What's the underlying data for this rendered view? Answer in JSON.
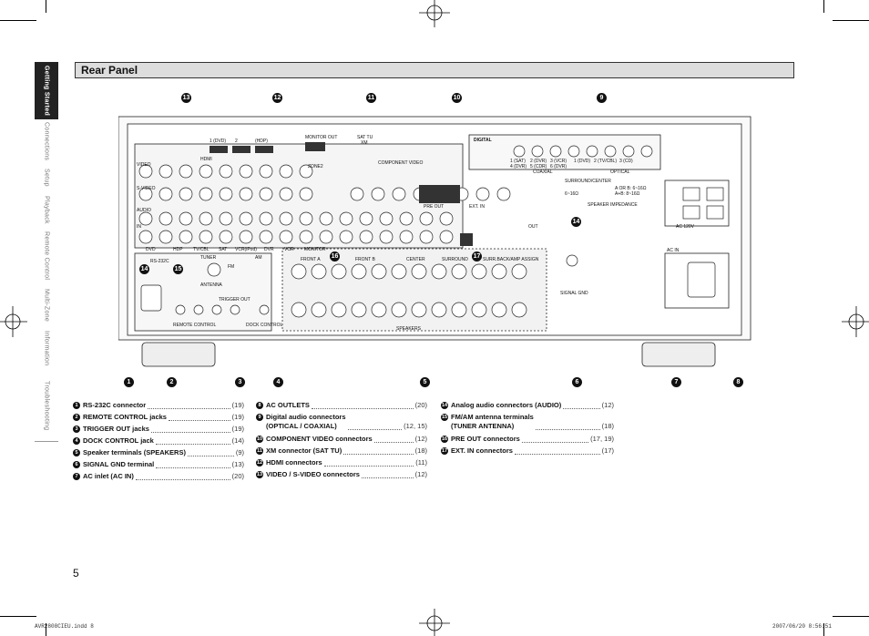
{
  "sidebar": {
    "tabs": [
      {
        "label": "Getting Started",
        "active": true
      },
      {
        "label": "Connections",
        "active": false
      },
      {
        "label": "Setup",
        "active": false
      },
      {
        "label": "Playback",
        "active": false
      },
      {
        "label": "Remote Control",
        "active": false
      },
      {
        "label": "Multi-Zone",
        "active": false
      },
      {
        "label": "Information",
        "active": false
      },
      {
        "label": "Troubleshooting",
        "active": false
      }
    ]
  },
  "header": {
    "title": "Rear Panel"
  },
  "diagram": {
    "labels": {
      "coaxial": "COAXIAL",
      "optical": "OPTICAL",
      "digital": "DIGITAL",
      "component_video": "COMPONENT VIDEO",
      "hdmi": "HDMI",
      "monitor_out": "MONITOR OUT",
      "sat_tu": "SAT TU",
      "xm": "XM",
      "speaker_impedance": "SPEAKER IMPEDANCE",
      "surround_center": "SURROUND/CENTER",
      "ac_in": "AC IN",
      "ac_120v": "AC 120V",
      "signal_gnd": "SIGNAL GND",
      "rs232c": "RS-232C",
      "tuner": "TUNER",
      "antenna": "ANTENNA",
      "am": "AM",
      "fm": "FM",
      "remote_control": "REMOTE CONTROL",
      "trigger_out": "TRIGGER OUT",
      "dock_control": "DOCK CONTROL",
      "speakers": "SPEAKERS",
      "front_a": "FRONT A",
      "front_b": "FRONT B",
      "center": "CENTER",
      "surround": "SURROUND",
      "surr_back": "SURR.BACK/AMP ASSIGN",
      "video": "VIDEO",
      "s_video": "S-VIDEO",
      "audio": "AUDIO",
      "pre_out": "PRE OUT",
      "ext_in": "EXT. IN",
      "zone2": "ZONE2",
      "in": "IN",
      "out": "OUT",
      "source_labels": [
        "DVD",
        "HDP",
        "TV/CBL",
        "SAT",
        "VCR(iPod)",
        "DVR",
        "VCR",
        "MONITOR"
      ],
      "hdmi_inputs": [
        "1 (DVD)",
        "2",
        "(HDP)"
      ],
      "optical_inputs": [
        "1 (DVD)",
        "2 (TV/CBL)",
        "3 (CD)"
      ],
      "coax_inputs": [
        "1 (SAT)",
        "2 (DVR)",
        "3 (VCR)",
        "4 (DVR)",
        "5 (CDR)",
        "6 (DVR)"
      ],
      "impedance_values": [
        "A OR B: 6~16Ω",
        "A+B: 8~16Ω"
      ],
      "surround_impedance": "6~16Ω"
    },
    "callouts": [
      "13",
      "12",
      "11",
      "10",
      "9",
      "14",
      "14",
      "15",
      "16",
      "17",
      "1",
      "2",
      "3",
      "4",
      "5",
      "6",
      "7",
      "8"
    ]
  },
  "legend": {
    "col1": [
      {
        "num": "1",
        "text": "RS-232C connector",
        "page": "(19)"
      },
      {
        "num": "2",
        "text": "REMOTE CONTROL jacks",
        "page": "(19)"
      },
      {
        "num": "3",
        "text": "TRIGGER OUT jacks",
        "page": "(19)"
      },
      {
        "num": "4",
        "text": "DOCK CONTROL jack",
        "page": "(14)"
      },
      {
        "num": "5",
        "text": "Speaker terminals (SPEAKERS)",
        "page": "(9)"
      },
      {
        "num": "6",
        "text": "SIGNAL GND terminal",
        "page": "(13)"
      },
      {
        "num": "7",
        "text": "AC inlet (AC IN)",
        "page": "(20)"
      }
    ],
    "col2": [
      {
        "num": "8",
        "text": "AC OUTLETS",
        "page": "(20)"
      },
      {
        "num": "9",
        "text": "Digital audio connectors\n(OPTICAL / COAXIAL)",
        "page": "(12, 15)"
      },
      {
        "num": "10",
        "text": "COMPONENT VIDEO connectors",
        "page": "(12)"
      },
      {
        "num": "11",
        "text": "XM connector (SAT TU)",
        "page": "(18)"
      },
      {
        "num": "12",
        "text": "HDMI connectors",
        "page": "(11)"
      },
      {
        "num": "13",
        "text": "VIDEO / S-VIDEO connectors",
        "page": "(12)"
      }
    ],
    "col3": [
      {
        "num": "14",
        "text": "Analog audio connectors (AUDIO)",
        "page": "(12)"
      },
      {
        "num": "15",
        "text": "FM/AM antenna terminals\n(TUNER ANTENNA)",
        "page": "(18)"
      },
      {
        "num": "16",
        "text": "PRE OUT connectors",
        "page": "(17, 19)"
      },
      {
        "num": "17",
        "text": "EXT. IN connectors",
        "page": "(17)"
      }
    ]
  },
  "page_number": "5",
  "footer": {
    "left": "AVR2808CIEU.indd   8",
    "right": "2007/06/20   8:56:51"
  }
}
